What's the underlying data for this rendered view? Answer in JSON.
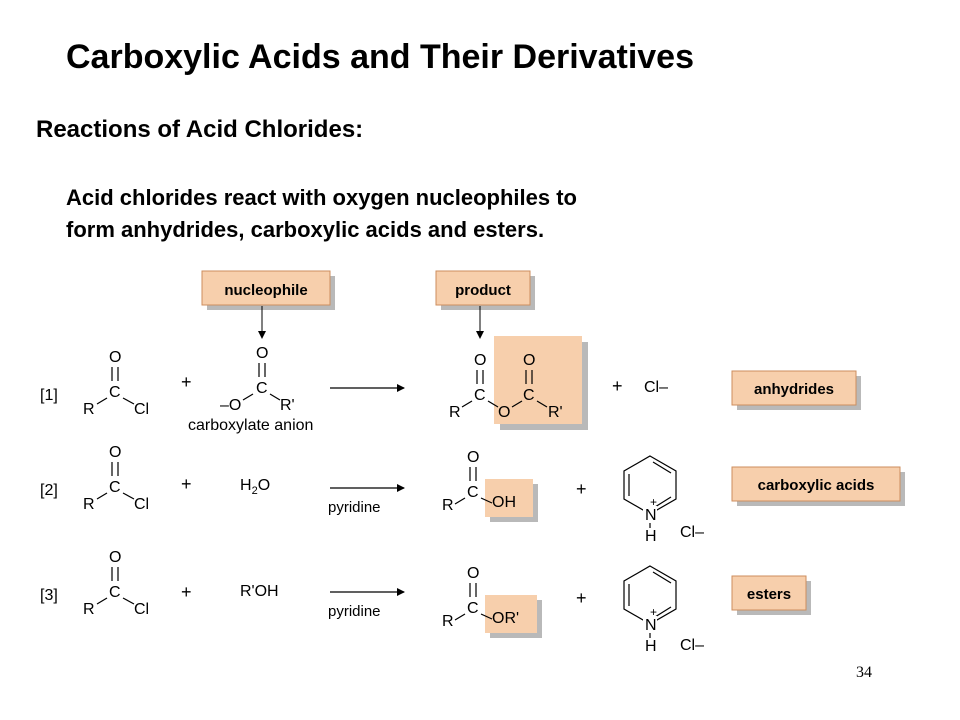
{
  "slide": {
    "title": "Carboxylic Acids and Their Derivatives",
    "subtitle": "Reactions of Acid Chlorides:",
    "description_line1": "Acid chlorides react with oxygen nucleophiles to",
    "description_line2": "form anhydrides, carboxylic acids and esters.",
    "page_number": "34"
  },
  "diagram": {
    "callouts": {
      "nucleophile": "nucleophile",
      "product": "product"
    },
    "atoms": {
      "O": "O",
      "C": "C",
      "R": "R",
      "Cl": "Cl",
      "R_prime": "R'",
      "O_minus": "–O",
      "OH": "OH",
      "OR_prime": "OR'",
      "N": "N",
      "H": "H",
      "plus": "+",
      "plus_charge": "+",
      "Cl_minus": "Cl–"
    },
    "reactions": [
      {
        "number": "[1]",
        "nucleophile": "",
        "nucleophile_caption": "carboxylate anion",
        "condition": "",
        "category": "anhydrides"
      },
      {
        "number": "[2]",
        "nucleophile_main": "H",
        "nucleophile_sub": "2",
        "nucleophile_tail": "O",
        "condition": "pyridine",
        "category": "carboxylic acids"
      },
      {
        "number": "[3]",
        "nucleophile": "R'OH",
        "condition": "pyridine",
        "category": "esters"
      }
    ],
    "colors": {
      "highlight_fill": "#f7cfac",
      "label_fill": "#f7cfac",
      "label_border": "#cc8e5e",
      "shadow": "#b9b9b9"
    }
  }
}
